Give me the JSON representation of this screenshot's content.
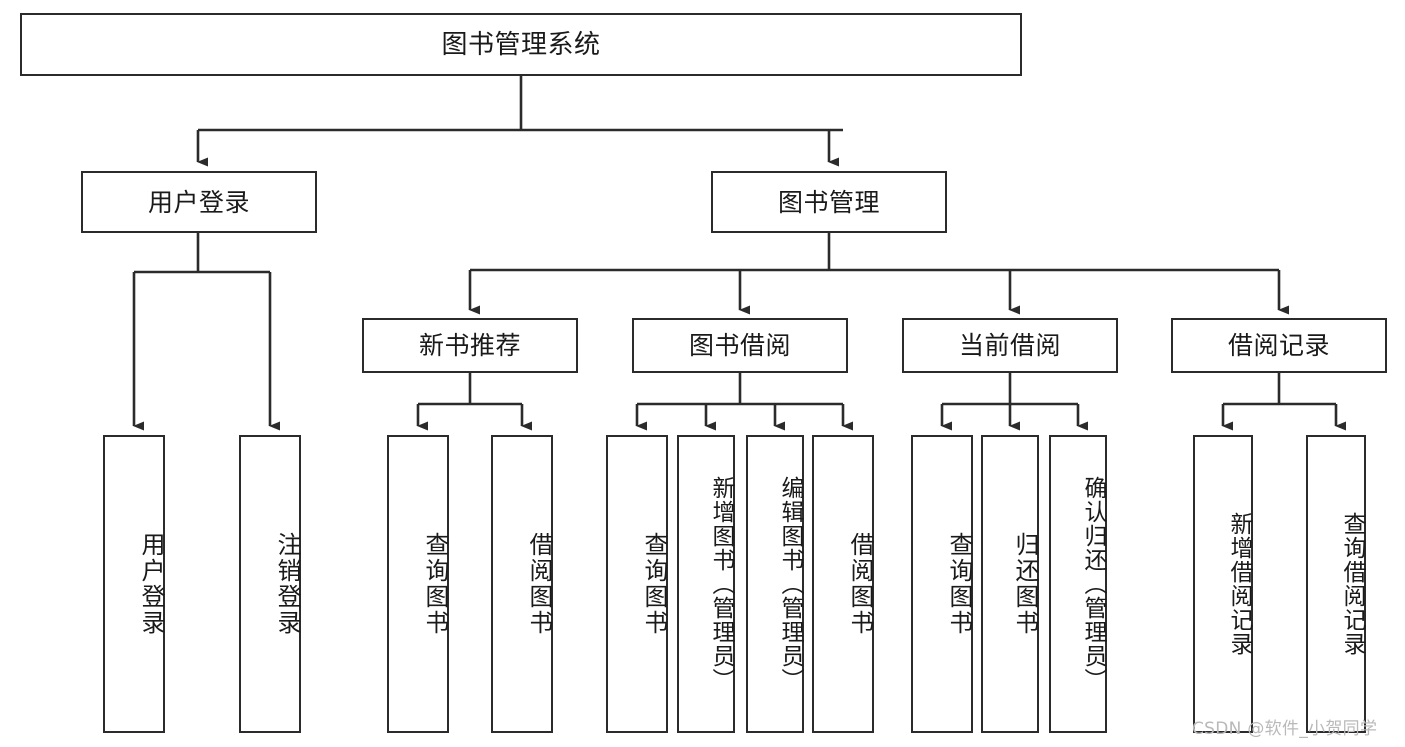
{
  "diagram": {
    "title": "图书管理系统",
    "type": "hierarchy-tree",
    "orientation": "top-down",
    "colors": {
      "box_border": "#2b2b2b",
      "box_fill": "#ffffff",
      "connector": "#2b2b2b",
      "text": "#1a1a1a",
      "watermark": "#b9b9b9",
      "background": "#ffffff"
    },
    "root": {
      "label": "图书管理系统"
    },
    "level2": [
      {
        "id": "user-login",
        "label": "用户登录"
      },
      {
        "id": "book-management",
        "label": "图书管理"
      }
    ],
    "level3": [
      {
        "id": "new-book-recommend",
        "label": "新书推荐"
      },
      {
        "id": "book-borrow",
        "label": "图书借阅"
      },
      {
        "id": "current-borrow",
        "label": "当前借阅"
      },
      {
        "id": "borrow-record",
        "label": "借阅记录"
      }
    ],
    "leaves": {
      "user_login": [
        {
          "id": "leaf-user-login",
          "label": "用户登录"
        },
        {
          "id": "leaf-logout-login",
          "label": "注销登录"
        }
      ],
      "new_book_recommend": [
        {
          "id": "leaf-query-book-1",
          "label": "查询图书"
        },
        {
          "id": "leaf-borrow-book-1",
          "label": "借阅图书"
        }
      ],
      "book_borrow": [
        {
          "id": "leaf-query-book-2",
          "label": "查询图书"
        },
        {
          "id": "leaf-add-book-admin",
          "label": "新增图书（管理员）"
        },
        {
          "id": "leaf-edit-book-admin",
          "label": "编辑图书（管理员）"
        },
        {
          "id": "leaf-borrow-book-2",
          "label": "借阅图书"
        }
      ],
      "current_borrow": [
        {
          "id": "leaf-query-book-3",
          "label": "查询图书"
        },
        {
          "id": "leaf-return-book",
          "label": "归还图书"
        },
        {
          "id": "leaf-confirm-return-admin",
          "label": "确认归还（管理员）"
        }
      ],
      "borrow_record": [
        {
          "id": "leaf-add-borrow-record",
          "label": "新增借阅记录"
        },
        {
          "id": "leaf-query-borrow-record",
          "label": "查询借阅记录"
        }
      ]
    }
  },
  "watermark": {
    "text": "CSDN @软件_小贺同学"
  }
}
